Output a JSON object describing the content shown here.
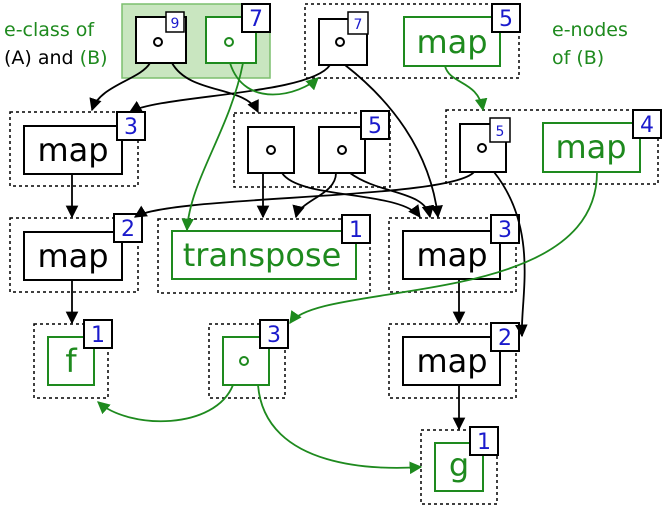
{
  "colors": {
    "green": "#1e8a1e",
    "black": "#000000",
    "blue": "#1a1acc",
    "highlight": "#c9e6c0",
    "highlight_border": "#7cbf6e"
  },
  "legend": {
    "left_line1": "e-class of",
    "left_a": "(A) and",
    "left_b": "(B)",
    "right_line1": "e-nodes",
    "right_line2": "of (B)"
  },
  "eclasses": {
    "hl_a_count": "9",
    "hl_b_count": "7",
    "top_mid_count": "7",
    "top_map_label": "map",
    "top_map_count": "5",
    "left_map_label": "map",
    "left_map_count": "3",
    "mid_pair_count": "5",
    "right_small_count": "5",
    "right_map_label": "map",
    "right_map_count": "4",
    "map2_label": "map",
    "map2_count": "2",
    "transpose_label": "transpose",
    "transpose_count": "1",
    "map3_label": "map",
    "map3_count": "3",
    "f_label": "f",
    "f_count": "1",
    "ring3_count": "3",
    "map_low_label": "map",
    "map_low_count": "2",
    "g_label": "g",
    "g_count": "1"
  }
}
